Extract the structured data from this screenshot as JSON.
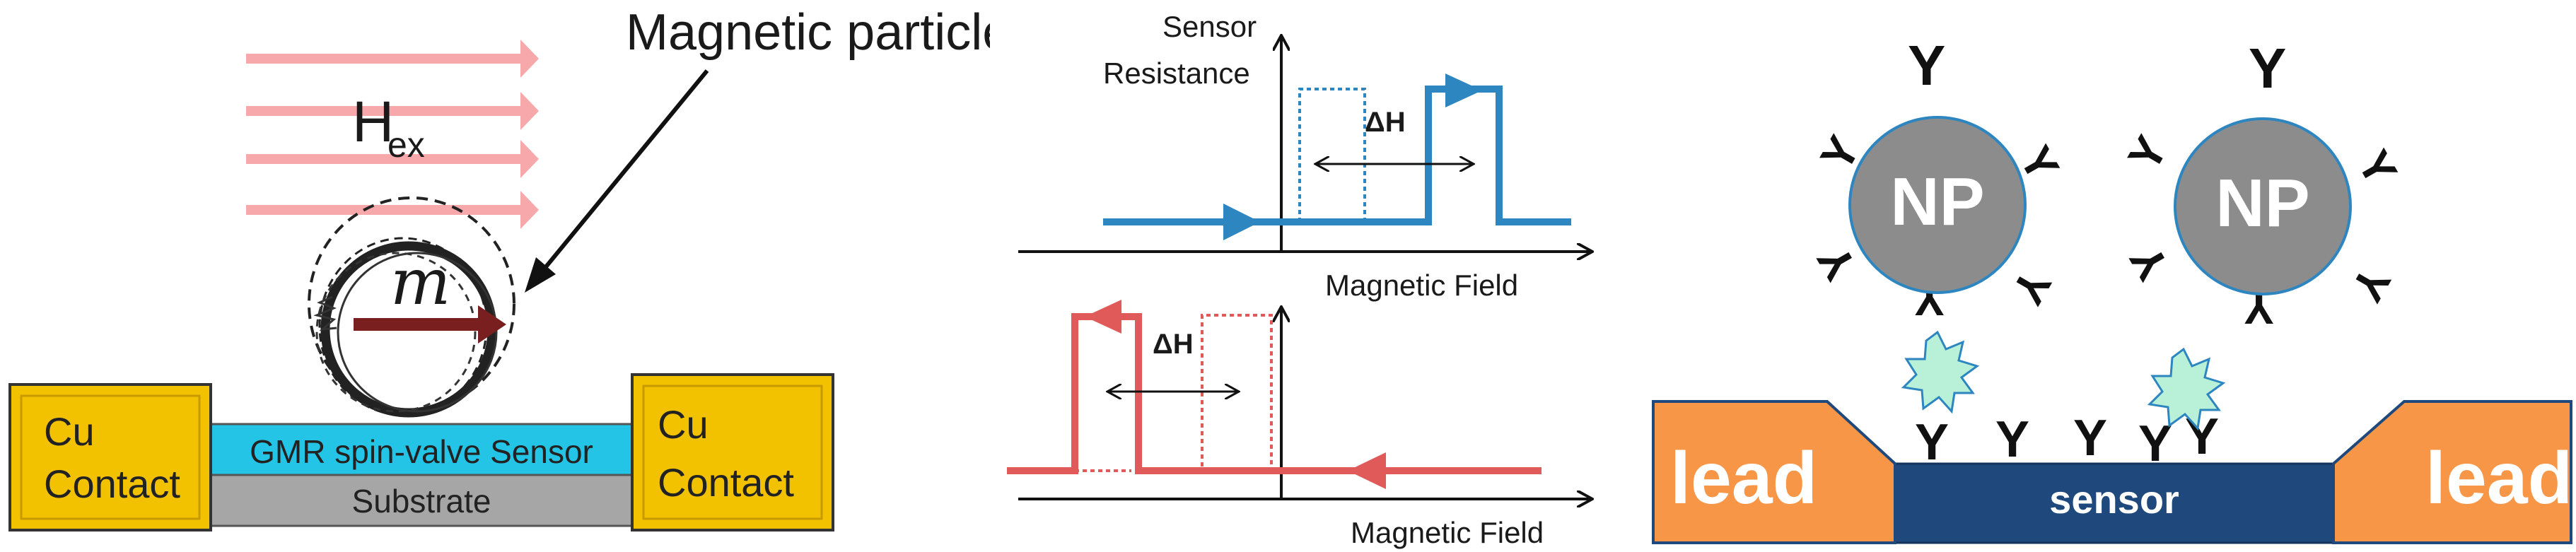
{
  "panel_left": {
    "magnetic_particle_label": "Magnetic particle",
    "field_label_main": "H",
    "field_label_sub": "ex",
    "moment_label": "m",
    "cu_contact_left_line1": "Cu",
    "cu_contact_left_line2": "Contact",
    "cu_contact_right_line1": "Cu",
    "cu_contact_right_line2": "Contact",
    "sensor_label": "GMR spin-valve Sensor",
    "substrate_label": "Substrate",
    "colors": {
      "field_arrows": "#f7a8ab",
      "contact": "#f2c200",
      "sensor": "#23c4e6",
      "substrate": "#a6a6a6",
      "moment_arrow": "#7a1f1f"
    }
  },
  "panel_middle": {
    "ylabel_line1": "Sensor",
    "ylabel_line2": "Resistance",
    "xlabel_top": "Magnetic Field",
    "xlabel_bottom": "Magnetic Field",
    "delta_h_top": "ΔH",
    "delta_h_bottom": "ΔH",
    "colors": {
      "top_trace": "#2e86c1",
      "bottom_trace": "#e05a5a"
    }
  },
  "panel_right": {
    "np_left_label": "NP",
    "np_right_label": "NP",
    "lead_left_label": "lead",
    "lead_right_label": "lead",
    "sensor_label": "sensor",
    "antibody_glyph": "Y",
    "colors": {
      "np_fill": "#8c8c8c",
      "np_stroke": "#2e86c1",
      "lead": "#f79646",
      "sensor": "#1f497d",
      "target": "#b8f0d8"
    }
  }
}
